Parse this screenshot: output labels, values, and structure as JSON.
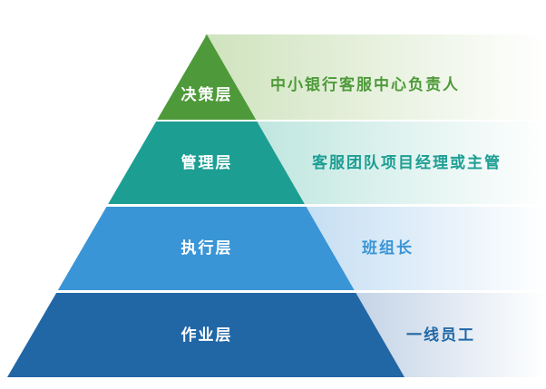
{
  "layers": [
    {
      "label": "决策层",
      "description": "中小银行客服中心负责人",
      "color": "#4e9a3a",
      "text_color": "#4e9a3a",
      "band_color": "#cfe3bd"
    },
    {
      "label": "管理层",
      "description": "客服团队项目经理或主管",
      "color": "#1d9e93",
      "text_color": "#1d9e93",
      "band_color": "#bfe6df"
    },
    {
      "label": "执行层",
      "description": "班组长",
      "color": "#3a95d6",
      "text_color": "#3a95d6",
      "band_color": "#c5def3"
    },
    {
      "label": "作业层",
      "description": "一线员工",
      "color": "#2167a6",
      "text_color": "#2167a6",
      "band_color": "#c3d3e6"
    }
  ]
}
